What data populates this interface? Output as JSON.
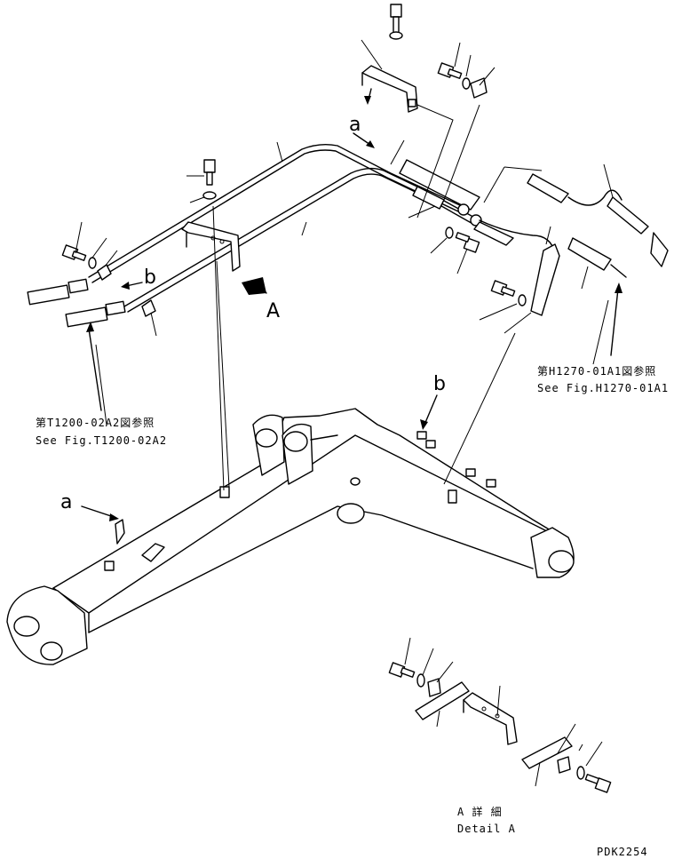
{
  "callouts": {
    "a_top": "a",
    "b_top": "b",
    "A_arrow": "A",
    "b_boom": "b",
    "a_boom": "a"
  },
  "refs": {
    "t1200_jp": "第T1200-02A2図参照",
    "t1200_en": "See Fig.T1200-02A2",
    "h1270_jp": "第H1270-01A1図参照",
    "h1270_en": "See Fig.H1270-01A1"
  },
  "detail": {
    "jp": "A 詳 細",
    "en": "Detail A"
  },
  "drawing_code": "PDK2254"
}
